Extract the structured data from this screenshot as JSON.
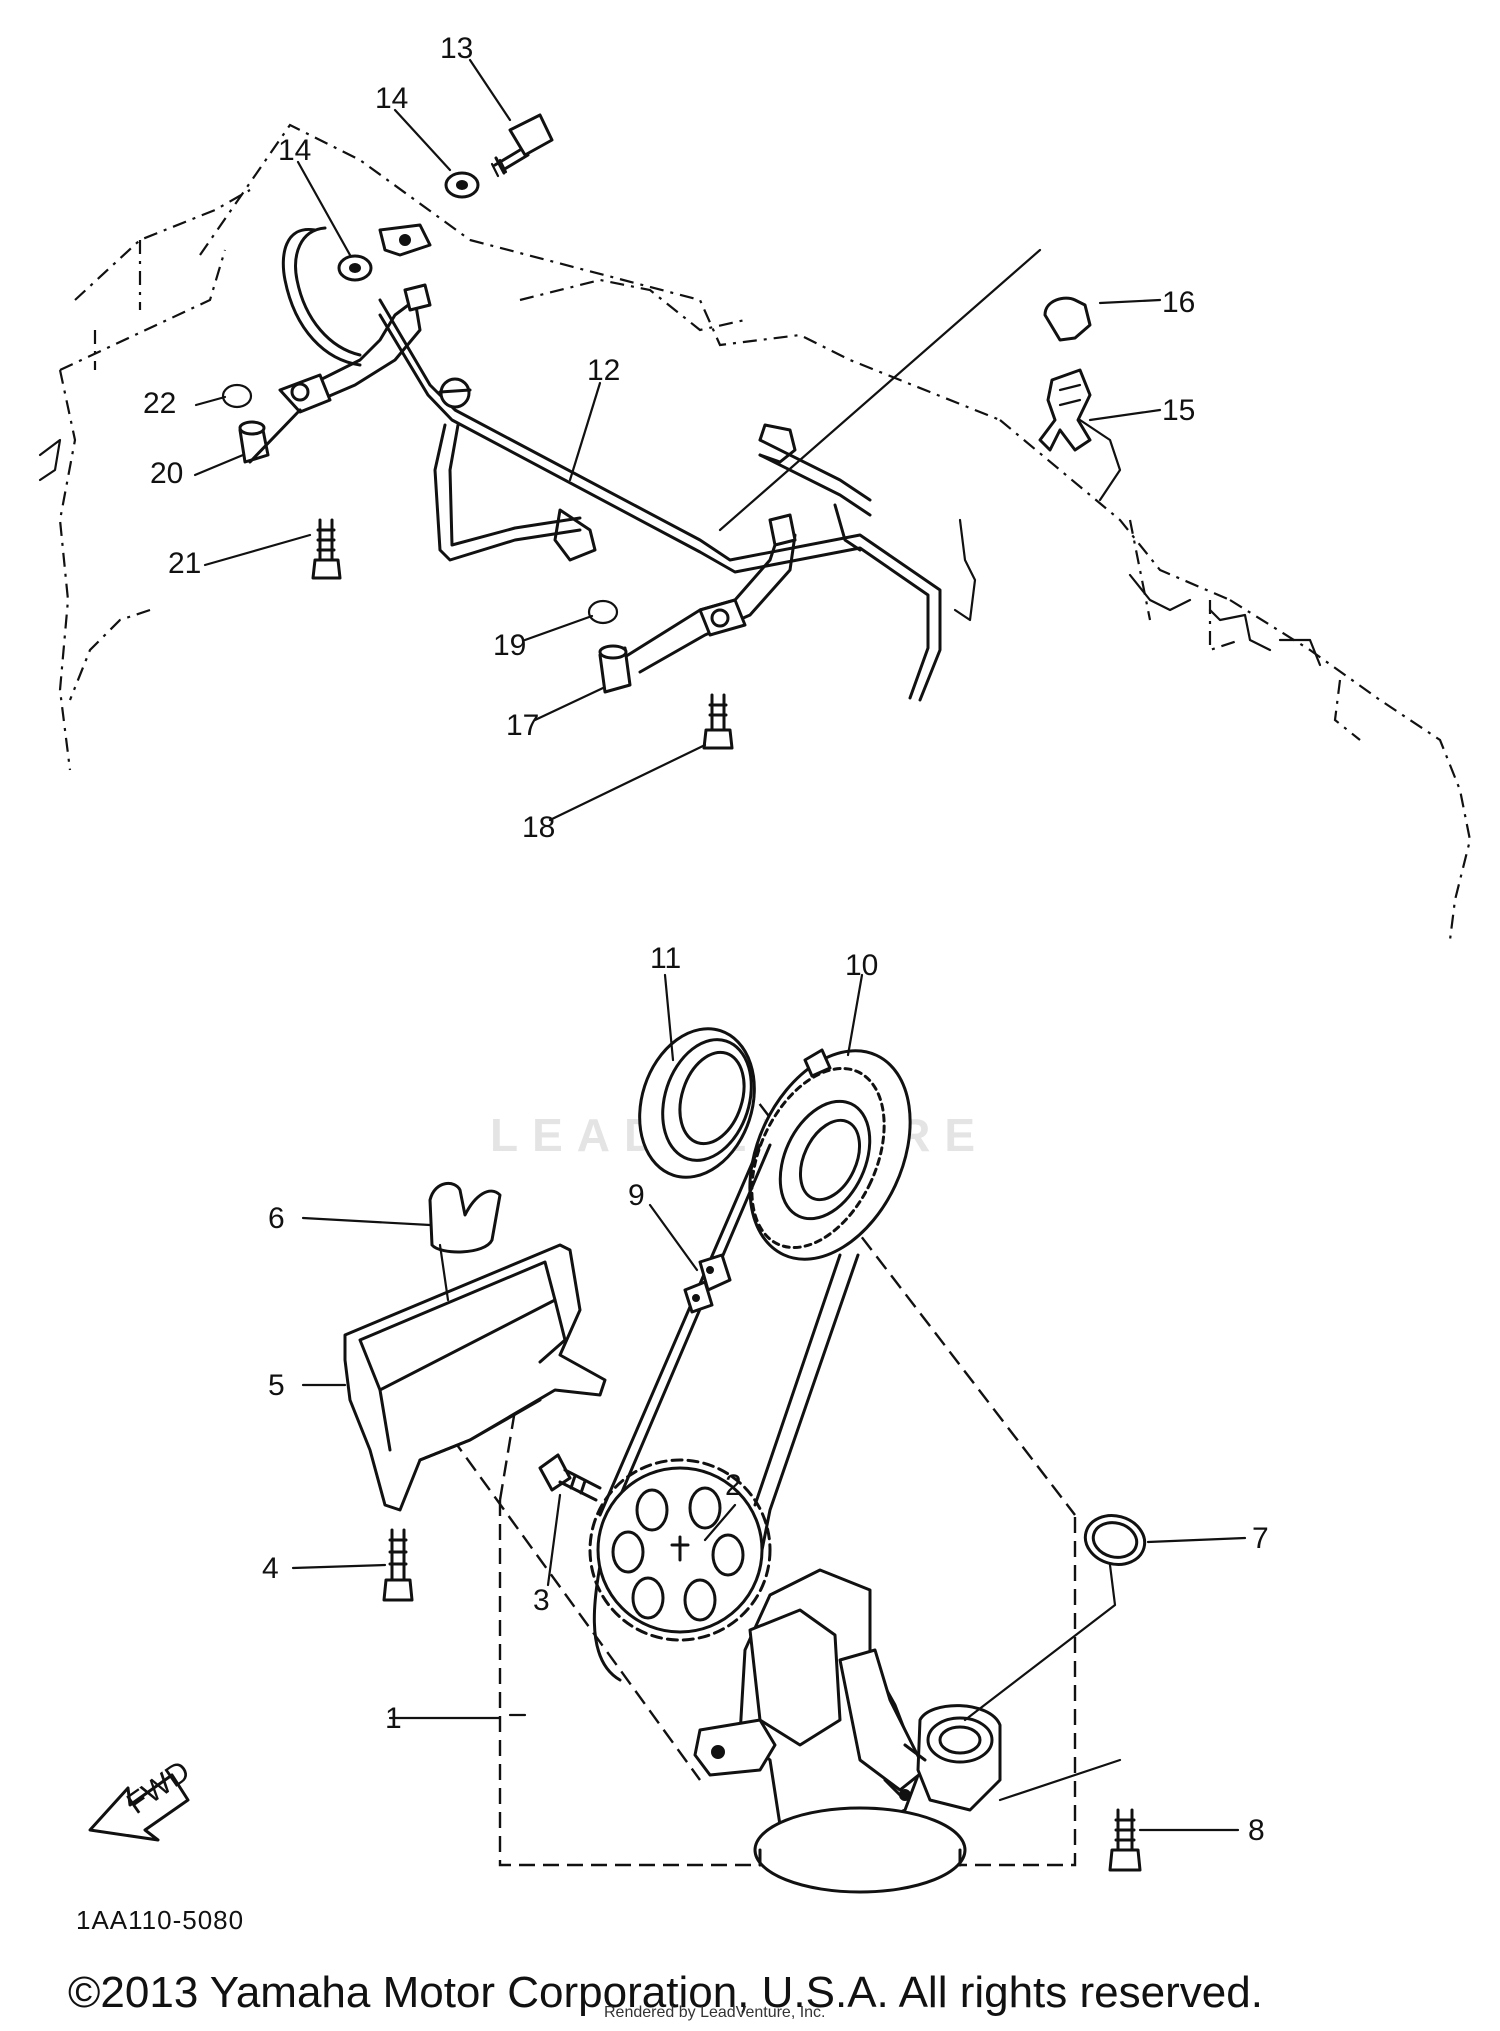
{
  "callouts": {
    "c1": "1",
    "c2": "2",
    "c3": "3",
    "c4": "4",
    "c5": "5",
    "c6": "6",
    "c7": "7",
    "c8": "8",
    "c9": "9",
    "c10": "10",
    "c11": "11",
    "c12": "12",
    "c13": "13",
    "c14a": "14",
    "c14b": "14",
    "c15": "15",
    "c16": "16",
    "c17": "17",
    "c18": "18",
    "c19": "19",
    "c20": "20",
    "c21": "21",
    "c22": "22"
  },
  "arrow_label": "FWD",
  "diagram_code": "1AA110-5080",
  "copyright": "©2013 Yamaha Motor Corporation, U.S.A. All rights reserved.",
  "rendered_by": "Rendered by LeadVenture, Inc.",
  "watermark": "LEADVENTURE"
}
